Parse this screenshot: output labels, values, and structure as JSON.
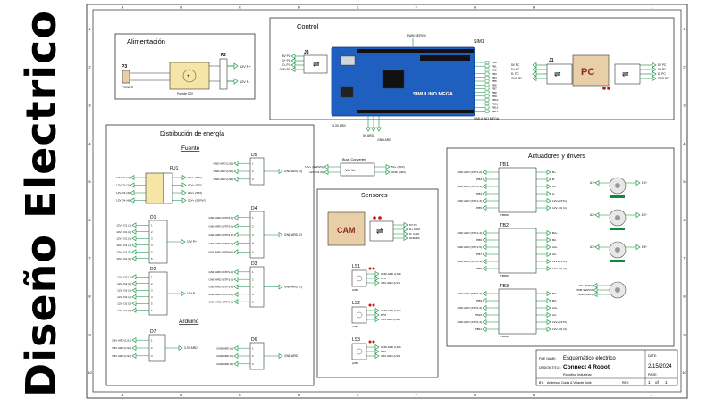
{
  "side_title": "Diseño Electrico",
  "grid": {
    "cols": [
      "A",
      "B",
      "C",
      "D",
      "E",
      "F",
      "G",
      "H",
      "I",
      "J"
    ],
    "rows": [
      "1",
      "2",
      "3",
      "4",
      "5",
      "6",
      "7",
      "8",
      "9",
      "10"
    ]
  },
  "alimentacion": {
    "title": "Alimentación",
    "p3_label": "P3",
    "p3_sub": "POWER",
    "f2_label": "F2",
    "fuente_label": "Fuente 12V",
    "out1": "12V P+",
    "out2": "12V P-"
  },
  "control": {
    "title": "Control",
    "sim_label": "SIM1",
    "board_brand": "SIMULINO MEGA",
    "board_sub": "SIMULINO MEGA",
    "j3_label": "J3",
    "j1_label": "J1",
    "pc_label": "PC",
    "pwm_label": "PWM SERVO",
    "pins_3v": [
      "3.3V ARD",
      "5V ARD",
      "GND ARD"
    ],
    "left_pins": [
      "5V PC",
      "D+ PC",
      "D- PC",
      "GND PC"
    ],
    "right_pins": [
      "5V PC",
      "D+ PC",
      "D- PC",
      "GND PC"
    ],
    "mega_pins": [
      "PB0",
      "PB1",
      "PB2",
      "PB3",
      "PB4",
      "PB5",
      "PB6",
      "PB7",
      "PB8",
      "PB9",
      "PB10",
      "PB11",
      "PB12",
      "PB13"
    ]
  },
  "distribucion": {
    "title": "Distribución de energía",
    "fuente_title": "Fuente",
    "arduino_title": "Arduino",
    "fu1_label": "FU1",
    "fu1_inputs": [
      "12V D1 (1)",
      "12V D2 (2)",
      "12V D3 (3)",
      "12V D4 (4)"
    ],
    "fu1_outputs": [
      "12V+ (ST1)",
      "12V+ (ST2)",
      "12V+ (ST3)",
      "12V+ (SERVO)"
    ],
    "d1_label": "D1",
    "d1_inputs": [
      "12V+ D1 (1)",
      "12V+ D1 (2)",
      "12V+ D1 (3)",
      "12V+ D1 (4)",
      "12V+ D1 (5)",
      "12V+ D1 (6)"
    ],
    "d1_out": "12V P+",
    "d2_label": "D2",
    "d2_inputs": [
      "12V- D2 (1)",
      "12V- D2 (2)",
      "12V- D2 (3)",
      "12V- D2 (4)",
      "12V- D2 (5)",
      "12V- D2 (6)"
    ],
    "d2_out": "12V P-",
    "d7_label": "D7",
    "d7_inputs": [
      "3.3V ARD (LS1)",
      "3.3V ARD (LS2)",
      "3.3V ARD (LS3)"
    ],
    "d7_out": "3.3V ARD",
    "d5_label": "D5",
    "d5_inputs": [
      "GND ARD (LS1)",
      "GND ARD (LS2)",
      "GND ARD (LS3)"
    ],
    "d5_out": "GND ARD (3)",
    "d4_label": "D4",
    "d4_inputs": [
      "GND ARD (STP2-1)",
      "GND ARD (STP2-2)",
      "GND ARD (STP2-3)",
      "GND ARD (STP2-4)",
      "GND ARD (SERVO)"
    ],
    "d4_out": "GND ARD (2)",
    "d3_label": "D3",
    "d3_inputs": [
      "GND ARD (STP1-1)",
      "GND ARD (STP1-2)",
      "GND ARD (STP1-3)",
      "GND ARD (STP1-4)",
      "GND ARD (STP1-5)"
    ],
    "d3_out": "GND ARD (1)",
    "d6_label": "D6",
    "d6_inputs": [
      "GND ARD (1)",
      "GND ARD (2)",
      "GND ARD (3)"
    ],
    "d6_out": "GND ARD"
  },
  "buck": {
    "label": "Buck Converter",
    "inputs": [
      "12V+ (SERVO)",
      "12V- D2 (5)"
    ],
    "outputs": [
      "5V+ (SRV)",
      "GND (SRV)"
    ]
  },
  "sensores": {
    "title": "Sensores",
    "cam_label": "CAM",
    "cam_pins": [
      "5V PC",
      "D+ CAM",
      "D- CAM",
      "GND PC"
    ],
    "sensors": [
      {
        "label": "LS1",
        "sub": "LM61",
        "pins": [
          "GND ARD (LS1)",
          "PH4",
          "3.3V ARD (LS1)"
        ]
      },
      {
        "label": "LS2",
        "sub": "LM61",
        "pins": [
          "GND ARD (LS2)",
          "PH3",
          "3.3V ARD (LS2)"
        ]
      },
      {
        "label": "LS3",
        "sub": "LM61",
        "pins": [
          "GND ARD (LS3)",
          "PH2",
          "3.3V ARD (LS3)"
        ]
      }
    ]
  },
  "actuadores": {
    "title": "Actuadores y drivers",
    "drivers": [
      {
        "label": "TB1",
        "sub": "TB6600",
        "inputs": [
          "GND ARD (STP1-2)",
          "PB3",
          "GND ARD (STP1-1)",
          "PB4",
          "GND ARD (STP1-3)",
          "PB5"
        ],
        "outputs": [
          "B+",
          "B-",
          "A+",
          "A-",
          "12V+ (ST1)",
          "12V- D2 (1)"
        ]
      },
      {
        "label": "TB2",
        "sub": "TB6600",
        "inputs": [
          "GND ARD (STP1-4)",
          "PB6",
          "GND ARD (STP1-5)",
          "PB7",
          "GND ARD (STP2-1)",
          "PB8"
        ],
        "outputs": [
          "B2+",
          "B2-",
          "A2+",
          "A2-",
          "12V+ (ST2)",
          "12V- D2 (2)"
        ]
      },
      {
        "label": "TB3",
        "sub": "TB6600",
        "inputs": [
          "GND ARD (STP2-2)",
          "PB9",
          "GND ARD (STP2-3)",
          "PB10",
          "GND ARD (STP2-4)",
          "PB11"
        ],
        "outputs": [
          "B3+",
          "B3-",
          "A3+",
          "A3-",
          "12V+ (ST3)",
          "12V- D2 (3)"
        ]
      }
    ],
    "motors": [
      {
        "a": "A1+",
        "b": "B1+"
      },
      {
        "a": "A2+",
        "b": "B2+"
      },
      {
        "a": "A3+",
        "b": "B3+"
      }
    ],
    "servo_pins": [
      "5V+ (SRV)",
      "PWM SERVO",
      "GND (SRV)"
    ]
  },
  "title_block": {
    "file_name_label": "FILE NAME:",
    "file_name": "Esquemático electrico",
    "design_title_label": "DESIGN TITLE:",
    "design_title": "Connect 4 Robot",
    "subtitle": "Robótica Industrial",
    "by_label": "BY:",
    "by": "Anderson Cuida & Velarde Sofá",
    "date_label": "DATE:",
    "date": "2/15/2024",
    "page_label": "PAGE:",
    "page": "1",
    "page_of": "of",
    "page_total": "1",
    "rev_label": "REV:"
  },
  "colors": {
    "board_blue": "#1e5fbf",
    "fuse_yellow": "#f5e6a8",
    "pc_tan": "#e8cfa8",
    "pin_green": "#0a8a3a",
    "dot_red": "#d01010"
  }
}
